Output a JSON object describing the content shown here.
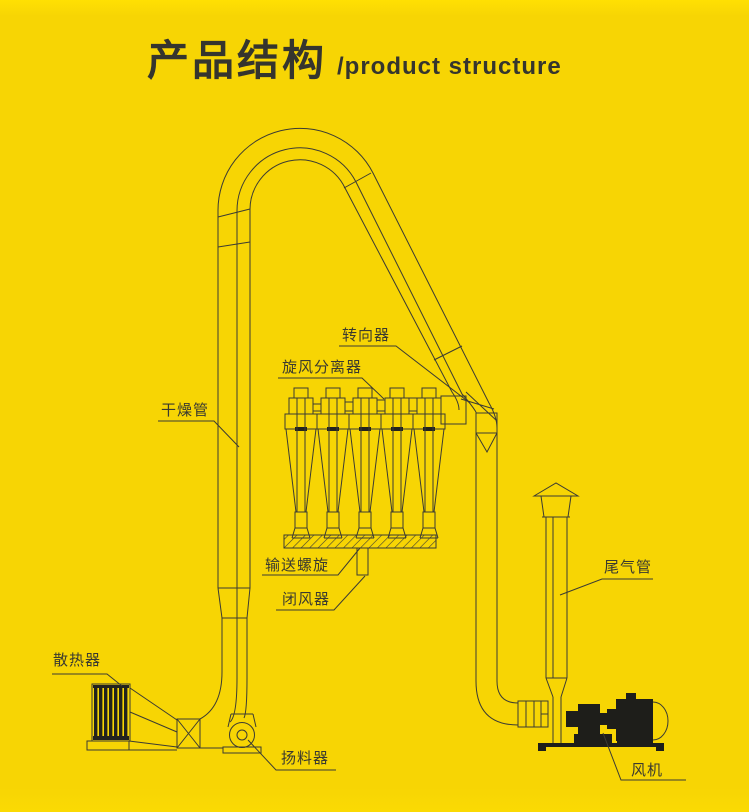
{
  "title": {
    "cn": "产品结构",
    "en": "/product structure"
  },
  "labels": {
    "drying_pipe": "干燥管",
    "diverter": "转向器",
    "cyclone_separator": "旋风分离器",
    "screw_conveyor": "输送螺旋",
    "air_lock": "闭风器",
    "radiator": "散热器",
    "material_thrower": "扬料器",
    "exhaust_pipe": "尾气管",
    "fan": "风机"
  },
  "colors": {
    "background": "#F7D504",
    "line": "#3B3B33",
    "ink": "#35352E"
  }
}
